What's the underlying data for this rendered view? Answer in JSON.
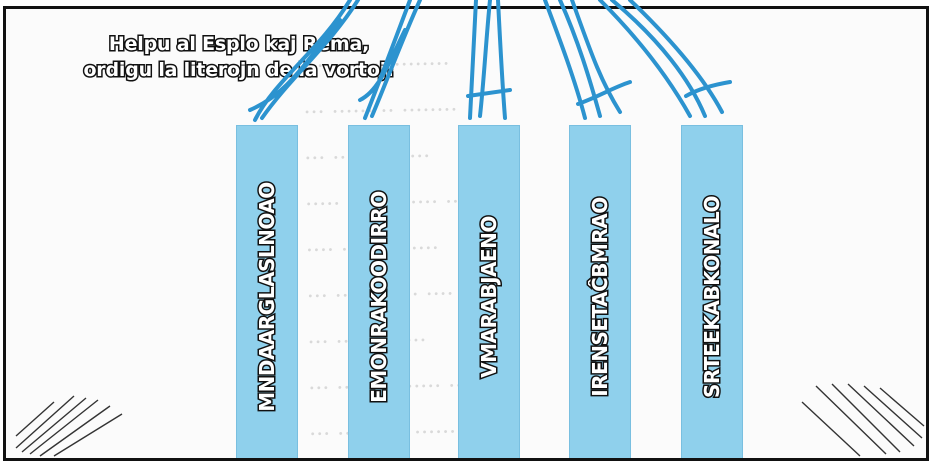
{
  "title": {
    "line1": "Helpu al  Esplo kaj Rema,",
    "line2": "ordigu la literojn de la vortoj!"
  },
  "strips": [
    {
      "label": "MNDAARGLASLNOAO"
    },
    {
      "label": "EMONRAKOODIRRO"
    },
    {
      "label": "VMARABJAENO"
    },
    {
      "label": "IRENSETAĈBMRAO"
    },
    {
      "label": "SRTEEKABKONALO"
    }
  ],
  "colors": {
    "strip": "#8fd0ec",
    "rope": "#2c93cf",
    "outline": "#111111"
  },
  "decor": {
    "ropes": "hand-drawn-rope-scribbles",
    "corner_hatching": "pencil-hatch-lines"
  }
}
